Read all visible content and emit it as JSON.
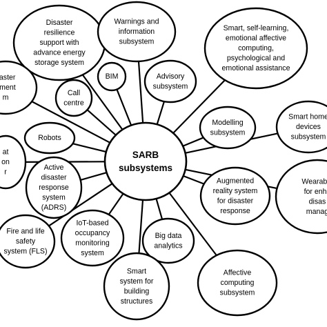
{
  "hub": {
    "lines": [
      "SARB",
      "subsystems"
    ]
  },
  "nodes": [
    {
      "id": "disaster-resilience",
      "lines": [
        "Disaster",
        "resilience",
        "support with",
        "advance energy",
        "storage system"
      ]
    },
    {
      "id": "warnings-information",
      "lines": [
        "Warnings and",
        "information",
        "subsystem"
      ]
    },
    {
      "id": "smart-self-learning",
      "lines": [
        "Smart, self-learning,",
        "emotional affective",
        "computing,",
        "psychological and",
        "emotional assistance"
      ]
    },
    {
      "id": "disaster-management",
      "lines": [
        "saster",
        "ement",
        "m"
      ]
    },
    {
      "id": "bim",
      "lines": [
        "BIM"
      ]
    },
    {
      "id": "advisory",
      "lines": [
        "Advisory",
        "subsystem"
      ]
    },
    {
      "id": "call-centre",
      "lines": [
        "Call",
        "centre"
      ]
    },
    {
      "id": "modelling",
      "lines": [
        "Modelling",
        "subsystem"
      ]
    },
    {
      "id": "smart-home-devices",
      "lines": [
        "Smart home",
        "devices",
        "subsystem"
      ]
    },
    {
      "id": "robots",
      "lines": [
        "Robots"
      ]
    },
    {
      "id": "left-partial",
      "lines": [
        "at",
        "on",
        "r"
      ]
    },
    {
      "id": "adrs",
      "lines": [
        "Active",
        "disaster",
        "response",
        "system",
        "(ADRS)"
      ]
    },
    {
      "id": "augmented-reality",
      "lines": [
        "Augmented",
        "reality system",
        "for disaster",
        "response"
      ]
    },
    {
      "id": "wearables",
      "lines": [
        "Wearable",
        "for enha",
        "disas",
        "manag"
      ]
    },
    {
      "id": "fire-life-safety",
      "lines": [
        "Fire and life",
        "safety",
        "system (FLS)"
      ]
    },
    {
      "id": "iot-occupancy",
      "lines": [
        "IoT-based",
        "occupancy",
        "monitoring",
        "system"
      ]
    },
    {
      "id": "big-data",
      "lines": [
        "Big data",
        "analytics"
      ]
    },
    {
      "id": "smart-building-structures",
      "lines": [
        "Smart",
        "system for",
        "building",
        "structures"
      ]
    },
    {
      "id": "affective-computing",
      "lines": [
        "Affective",
        "computing",
        "subsystem"
      ]
    }
  ]
}
